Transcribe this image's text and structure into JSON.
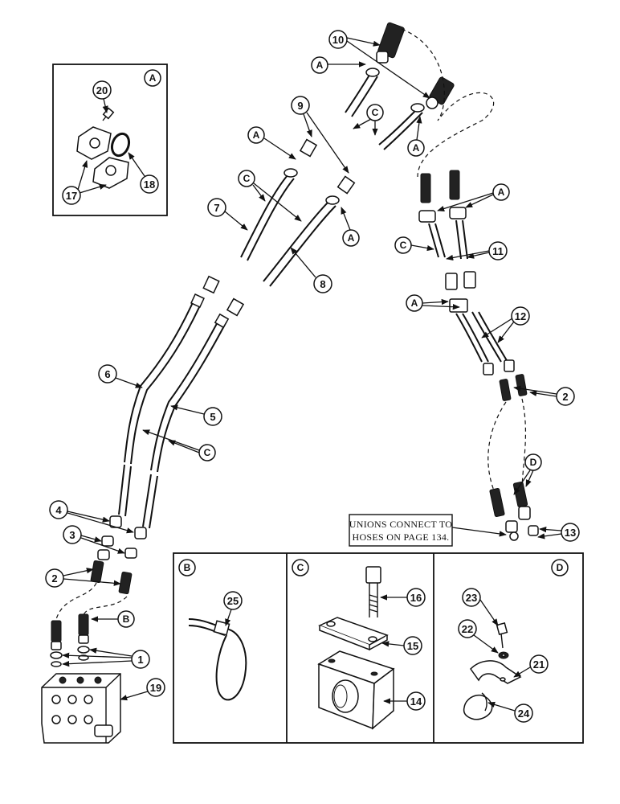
{
  "note": {
    "line1": "UNIONS CONNECT TO",
    "line2": "HOSES ON PAGE 134."
  },
  "panels": {
    "a_label": "A",
    "b_label": "B",
    "c_label": "C",
    "d_label": "D"
  },
  "callouts": {
    "n1": "1",
    "n2": "2",
    "n3": "3",
    "n4": "4",
    "n5": "5",
    "n6": "6",
    "n7": "7",
    "n8": "8",
    "n9": "9",
    "n10": "10",
    "n11": "11",
    "n12": "12",
    "n13": "13",
    "n14": "14",
    "n15": "15",
    "n16": "16",
    "n17": "17",
    "n18": "18",
    "n19": "19",
    "n20": "20",
    "n21": "21",
    "n22": "22",
    "n23": "23",
    "n24": "24",
    "n25": "25"
  },
  "letters": {
    "a": "A",
    "b": "B",
    "c": "C",
    "d": "D"
  }
}
